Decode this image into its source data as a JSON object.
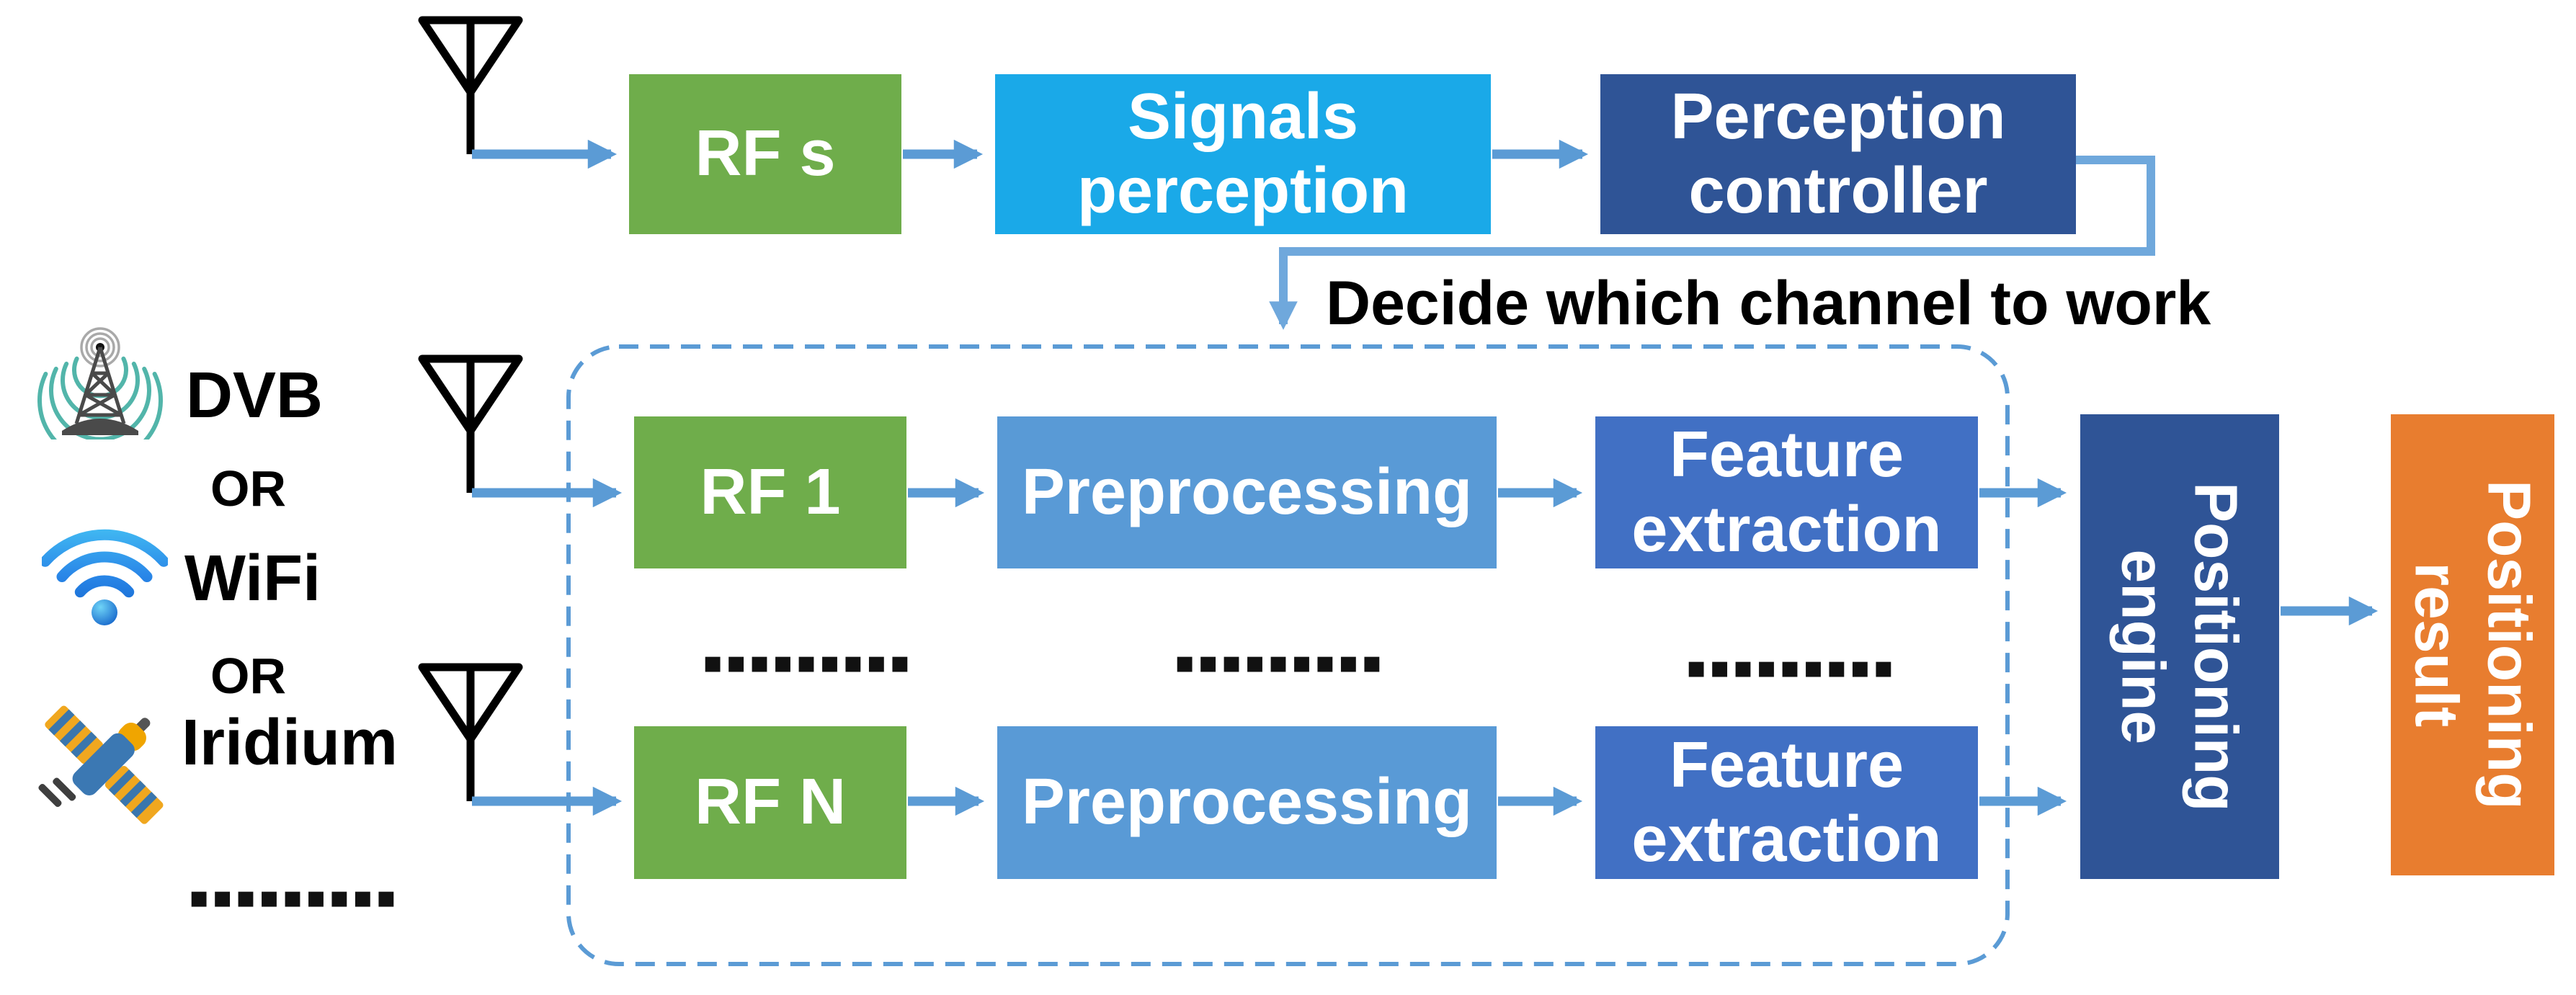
{
  "colors": {
    "green": "#6fad4b",
    "cyan": "#1aa9e8",
    "mid_blue": "#599ad6",
    "blue": "#4170c4",
    "dark_blue": "#2f5496",
    "orange": "#e87d2f",
    "arrow": "#5b9bd5",
    "feedback": "#6fa8dc",
    "dashed": "#5b9bd5",
    "text": "#000000"
  },
  "perception_chain": {
    "rf_s": "RF s",
    "signals_perception": "Signals\nperception",
    "perception_controller": "Perception\ncontroller",
    "decide_note": "Decide which channel to work"
  },
  "sources": {
    "dvb": "DVB",
    "or_1": "OR",
    "wifi": "WiFi",
    "or_2": "OR",
    "iridium": "Iridium",
    "ellipsis": "▪▪▪▪▪▪▪▪▪"
  },
  "channel_bank": {
    "rows": [
      {
        "rf": "RF 1",
        "preprocessing": "Preprocessing",
        "feature_extraction": "Feature\nextraction"
      },
      {
        "rf": "RF N",
        "preprocessing": "Preprocessing",
        "feature_extraction": "Feature\nextraction"
      }
    ],
    "ellipsis_rf": "▪▪▪▪▪▪▪▪▪",
    "ellipsis_preprocessing": "▪▪▪▪▪▪▪▪▪",
    "ellipsis_feature": "▪▪▪▪▪▪▪▪▪"
  },
  "output_chain": {
    "positioning_engine": "Positioning\nengine",
    "positioning_result": "Positioning\nresult"
  }
}
